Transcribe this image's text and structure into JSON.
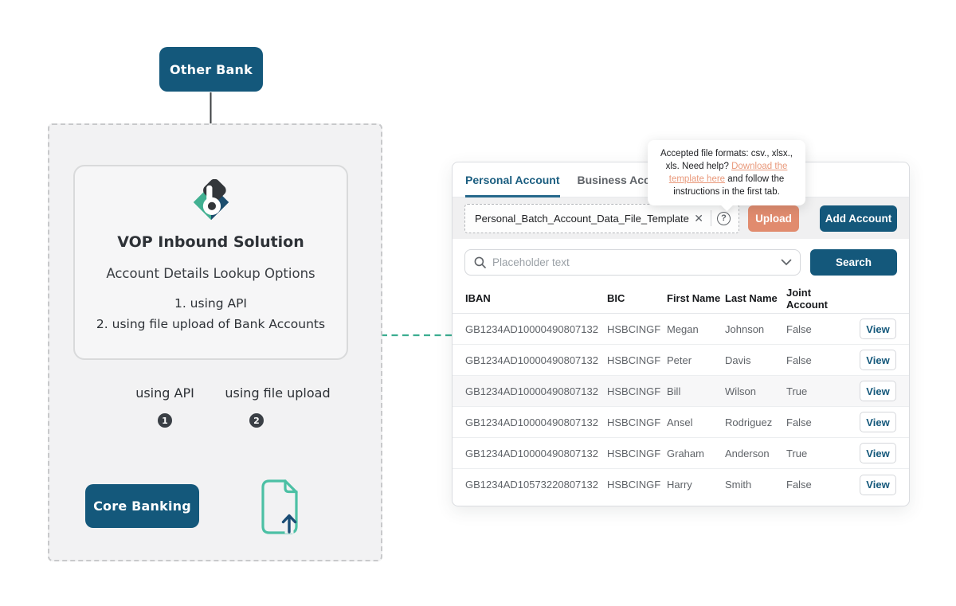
{
  "diagram": {
    "other_bank_label": "Other Bank",
    "vop": {
      "title": "VOP Inbound Solution",
      "subtitle": "Account Details Lookup Options",
      "options": [
        "1. using API",
        "2. using file upload of Bank Accounts"
      ]
    },
    "branch_left_label": "using API",
    "branch_right_label": "using file upload",
    "badge_1": "1",
    "badge_2": "2",
    "core_banking_label": "Core Banking"
  },
  "panel": {
    "tabs": [
      {
        "label": "Personal Account",
        "active": true
      },
      {
        "label": "Business Account",
        "active": false
      }
    ],
    "upload": {
      "filename": "Personal_Batch_Account_Data_File_Template.csv",
      "clear_glyph": "✕",
      "help_glyph": "?",
      "upload_button": "Upload",
      "add_account_button": "Add Account"
    },
    "tooltip": {
      "text_before": "Accepted file formats: csv., xlsx., xls. Need help? ",
      "link_text": "Download the template here",
      "text_after": " and follow the instructions in the first tab."
    },
    "search": {
      "placeholder": "Placeholder text",
      "search_button": "Search"
    },
    "table": {
      "headers": [
        "IBAN",
        "BIC",
        "First Name",
        "Last Name",
        "Joint Account"
      ],
      "view_button": "View",
      "rows": [
        {
          "iban": "GB1234AD10000490807132",
          "bic": "HSBCINGF",
          "first_name": "Megan",
          "last_name": "Johnson",
          "joint": "False"
        },
        {
          "iban": "GB1234AD10000490807132",
          "bic": "HSBCINGF",
          "first_name": "Peter",
          "last_name": "Davis",
          "joint": "False"
        },
        {
          "iban": "GB1234AD10000490807132",
          "bic": "HSBCINGF",
          "first_name": "Bill",
          "last_name": "Wilson",
          "joint": "True"
        },
        {
          "iban": "GB1234AD10000490807132",
          "bic": "HSBCINGF",
          "first_name": "Ansel",
          "last_name": "Rodriguez",
          "joint": "False"
        },
        {
          "iban": "GB1234AD10000490807132",
          "bic": "HSBCINGF",
          "first_name": "Graham",
          "last_name": "Anderson",
          "joint": "True"
        },
        {
          "iban": "GB1234AD10573220807132",
          "bic": "HSBCINGF",
          "first_name": "Harry",
          "last_name": "Smith",
          "joint": "False"
        }
      ]
    }
  },
  "colors": {
    "navy": "#14587b",
    "teal": "#3bad90",
    "salmon": "#e18b6e",
    "link_salmon": "#e9997b",
    "line_dark": "#3c4043"
  }
}
